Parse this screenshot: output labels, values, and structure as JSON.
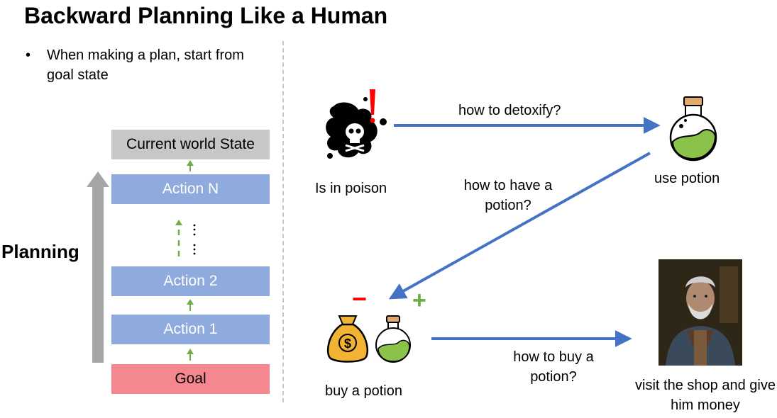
{
  "title": "Backward Planning Like a Human",
  "bullet": {
    "marker": "•",
    "text": "When making a plan, start from goal state"
  },
  "planning_stack": {
    "label": "Planning",
    "boxes": {
      "current_world_state": "Current world State",
      "action_n": "Action N",
      "action_2": "Action 2",
      "action_1": "Action 1",
      "goal": "Goal"
    },
    "colors": {
      "state_box": "#c7c7c7",
      "action_box": "#8faadc",
      "goal_box": "#f4878f",
      "step_arrow": "#70ad47",
      "planning_arrow": "#a6a6a6"
    }
  },
  "flow": {
    "nodes": {
      "poison": "Is in poison",
      "use_potion": "use potion",
      "buy_potion": "buy a potion",
      "visit_shop": "visit the shop and give him money"
    },
    "edges": {
      "detoxify": "how to detoxify?",
      "have_potion": "how to have a potion?",
      "buy_potion_q": "how to buy a potion?"
    },
    "signs": {
      "minus": "−",
      "plus": "+"
    },
    "icons": [
      "poison-skull-icon",
      "exclamation-icon",
      "potion-bottle-icon",
      "money-bag-icon",
      "shopkeeper-portrait"
    ],
    "colors": {
      "flow_arrow": "#4472c4",
      "minus": "#ff0000",
      "plus": "#70ad47"
    }
  }
}
